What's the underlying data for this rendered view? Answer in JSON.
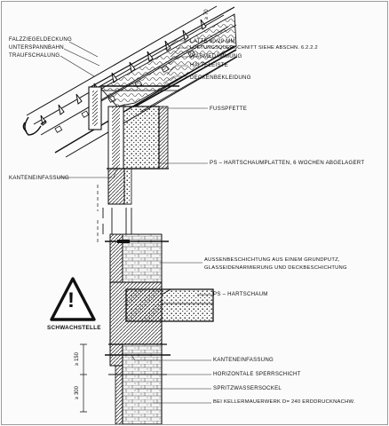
{
  "labels_left": {
    "falzziegel": "FALZZIEGELDECKUNG",
    "unterspann": "UNTERSPANNBAHN",
    "traufschalung": "TRAUFSCHALUNG",
    "kanteneinfassung_top": "KANTENEINFASSUNG"
  },
  "labels_right": {
    "latte": "LATTE 80/20 mm",
    "lueftung": "LÜFTUNGSQUERSCHNITT SIEHE ABSCHN. 6.2.2.2",
    "waermedaemmung": "WÄRMEDÄMMUNG",
    "halteleiste": "HALTELEISTE",
    "deckenbekleidung": "DECKENBEKLEIDUNG",
    "fusspfette": "FUSSPFETTE",
    "ps_platten": "PS – HARTSCHAUMPLATTEN, 6 WOCHEN ABGELAGERT",
    "aussenbeschichtung_1": "AUSSENBESCHICHTUNG AUS EINEM GRUNDPUTZ,",
    "aussenbeschichtung_2": "GLASSEIDENARMIERUNG UND DECKBESCHICHTUNG",
    "ps_hartschaum": "PS – HARTSCHAUM",
    "kanteneinfassung_bottom": "KANTENEINFASSUNG",
    "sperrschicht": "HORIZONTALE SPERRSCHICHT",
    "spritzwasser": "SPRITZWASSERSOCKEL",
    "kellermauerwerk": "BEI KELLERMAUERWERK d= 240 ERDDRUCKNACHW."
  },
  "warning": {
    "label": "SCHWACHSTELLE",
    "glyph": "!"
  },
  "dimensions": {
    "top": "≥ 70",
    "d1": "≥ 150",
    "d2": "≥ 300"
  }
}
